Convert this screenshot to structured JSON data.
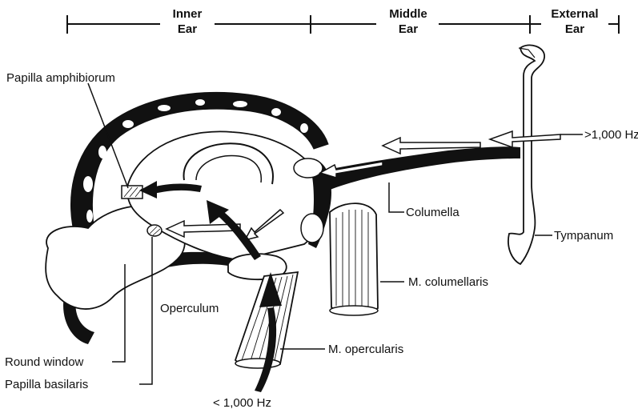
{
  "regions": {
    "inner": [
      "Inner",
      "Ear"
    ],
    "middle": [
      "Middle",
      "Ear"
    ],
    "external": [
      "External",
      "Ear"
    ]
  },
  "labels": {
    "papilla_amphibiorum": "Papilla amphibiorum",
    "high_freq": ">1,000 Hz",
    "columella": "Columella",
    "tympanum": "Tympanum",
    "m_columellaris": "M. columellaris",
    "operculum": "Operculum",
    "m_opercularis": "M. opercularis",
    "round_window": "Round window",
    "papilla_basilaris": "Papilla basilaris",
    "low_freq": "< 1,000 Hz"
  },
  "colors": {
    "ink": "#111111",
    "paper": "#ffffff"
  }
}
